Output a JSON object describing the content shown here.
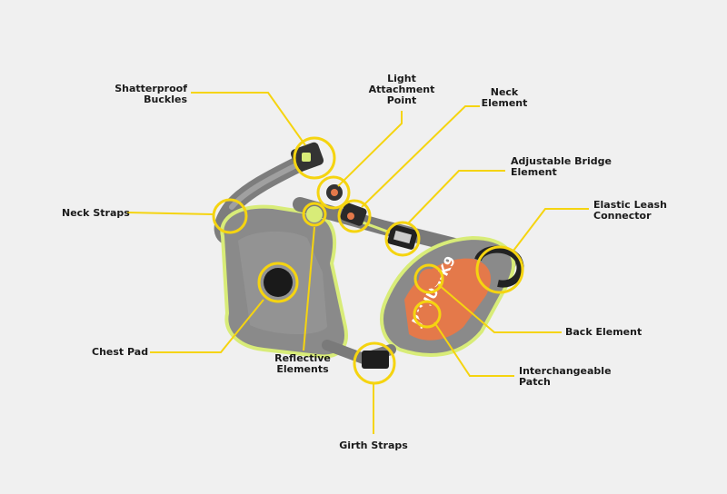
{
  "labels": {
    "shatterproof_buckles": "Shatterproof\nBuckles",
    "light_attachment_point": "Light\nAttachment\nPoint",
    "neck_element": "Neck\nElement",
    "adjustable_bridge_element": "Adjustable Bridge\nElement",
    "elastic_leash_connector": "Elastic Leash\nConnector",
    "neck_straps": "Neck Straps",
    "chest_pad": "Chest Pad",
    "reflective_elements": "Reflective\nElements",
    "back_element": "Back Element",
    "interchangeable_patch": "Interchangeable\nPatch",
    "girth_straps": "Girth Straps"
  },
  "patch_text": "JULIUS-K9",
  "colors": {
    "background": "#f0f0f0",
    "callout": "#f5d410",
    "harness_gray": "#8a8a8a",
    "harness_orange": "#e4794a",
    "reflective_trim": "#d8ec78"
  }
}
